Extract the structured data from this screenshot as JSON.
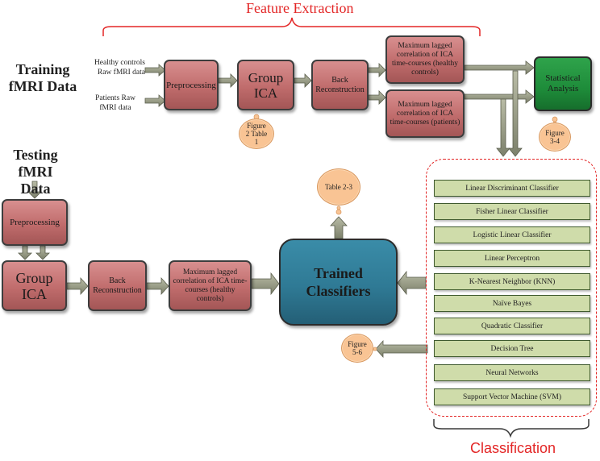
{
  "title_top": "Feature Extraction",
  "title_bottom": "Classification",
  "training_label": "Training fMRI Data",
  "testing_label": "Testing fMRI Data",
  "input_healthy": "Healthy controls Raw fMRI data",
  "input_patients": "Patients Raw fMRI data",
  "train_preprocessing": "Preprocessing",
  "train_group_ica": "Group ICA",
  "train_back_recon": "Back Reconstruction",
  "max_lag_healthy": "Maximum lagged correlation of ICA time-courses (healthy controls)",
  "max_lag_patients": "Maximum lagged correlation of ICA time-courses (patients)",
  "statistical_analysis": "Statistical Analysis",
  "cloud_fig2": "Figure 2 Table 1",
  "cloud_fig34": "Figure 3-4",
  "cloud_table23": "Table 2-3",
  "cloud_fig56": "Figure 5-6",
  "test_preprocessing": "Preprocessing",
  "test_group_ica": "Group ICA",
  "test_back_recon": "Back Reconstruction",
  "test_max_lag": "Maximum lagged correlation of ICA time-courses (healthy controls)",
  "trained_classifiers": "Trained Classifiers",
  "classifiers": [
    "Linear Discriminant Classifier",
    "Fisher Linear Classifier",
    "Logistic Linear Classifier",
    "Linear Perceptron",
    "K-Nearest Neighbor (KNN)",
    "Naïve Bayes",
    "Quadratic Classifier",
    "Decision Tree",
    "Neural Networks",
    "Support Vector Machine (SVM)"
  ],
  "colors": {
    "accent_red": "#e32626",
    "box_red": "#c06c6c",
    "stat_green": "#1e8c3a",
    "trained_blue": "#2f7a95",
    "clf_green": "#cfdcaa",
    "cloud": "#f9c494",
    "arrow": "#8a8d7a"
  }
}
